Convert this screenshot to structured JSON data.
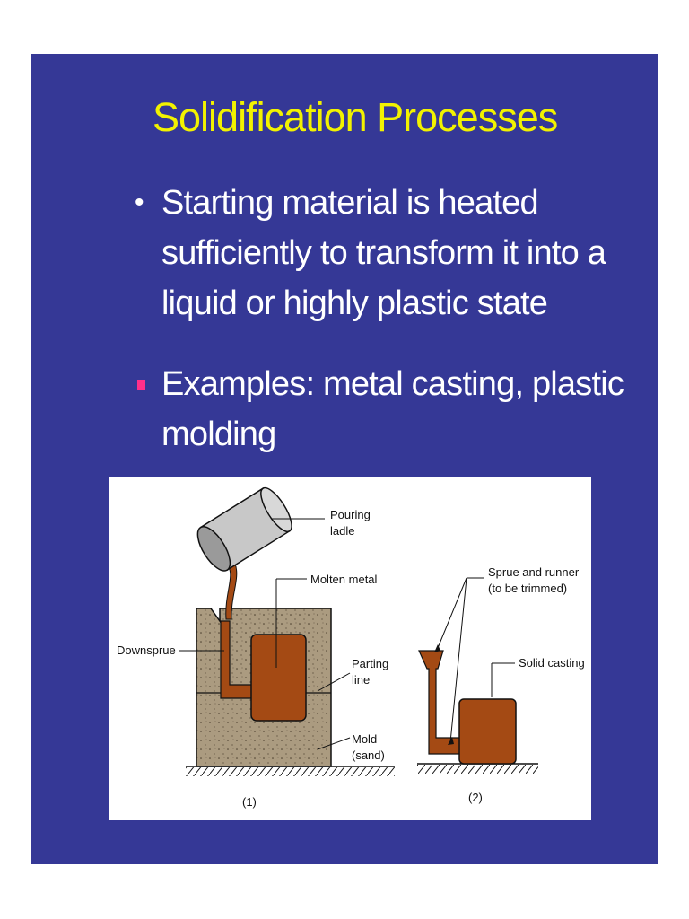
{
  "slide": {
    "title": "Solidification Processes",
    "bullets": [
      {
        "marker": "•",
        "lines": [
          "Starting material is heated",
          "sufficiently to transform it into a",
          "liquid or highly plastic state"
        ]
      },
      {
        "marker": "square",
        "lines": [
          "Examples: metal casting, plastic",
          "molding"
        ]
      }
    ]
  },
  "figure": {
    "labels": {
      "pouring_ladle": [
        "Pouring",
        "ladle"
      ],
      "molten_metal": "Molten metal",
      "downsprue": "Downsprue",
      "parting_line": [
        "Parting",
        "line"
      ],
      "mold": [
        "Mold",
        "(sand)"
      ],
      "step1": "(1)",
      "sprue_runner": [
        "Sprue and runner",
        "(to be trimmed)"
      ],
      "solid_casting": "Solid casting",
      "step2": "(2)"
    },
    "colors": {
      "metal": "#a44a14",
      "sand": "#ab9b80",
      "ladle": "#c8c8c8",
      "slide_bg": "#353896",
      "title": "#f2f200",
      "bullet_square": "#ff2f8a"
    }
  }
}
